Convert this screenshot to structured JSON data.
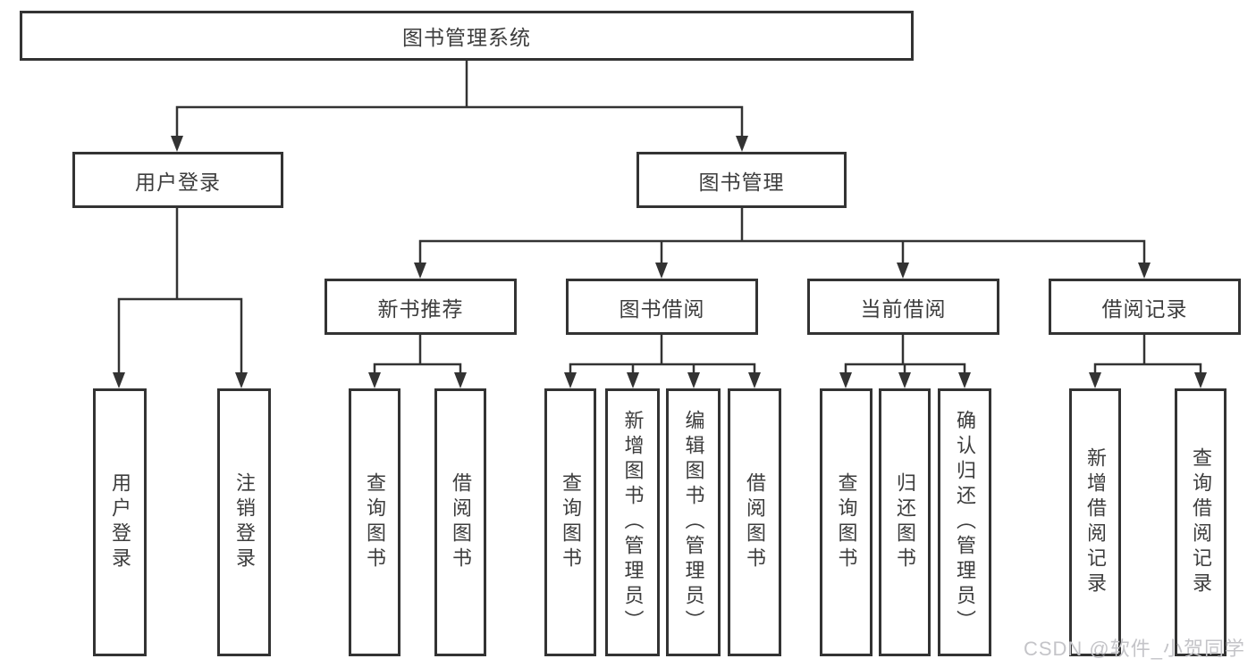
{
  "diagram": {
    "root": {
      "label": "图书管理系统"
    },
    "level2": [
      {
        "label": "用户登录"
      },
      {
        "label": "图书管理"
      }
    ],
    "level3": [
      {
        "label": "新书推荐"
      },
      {
        "label": "图书借阅"
      },
      {
        "label": "当前借阅"
      },
      {
        "label": "借阅记录"
      }
    ],
    "leaves": {
      "user_login": [
        "用户登录",
        "注销登录"
      ],
      "new_book": [
        "查询图书",
        "借阅图书"
      ],
      "book_borrow": [
        "查询图书",
        "新增图书（管理员）",
        "编辑图书（管理员）",
        "借阅图书"
      ],
      "current_borrow": [
        "查询图书",
        "归还图书",
        "确认归还（管理员）"
      ],
      "borrow_record": [
        "新增借阅记录",
        "查询借阅记录"
      ]
    }
  },
  "watermark": {
    "text": "CSDN @软件_小贺同学"
  },
  "colors": {
    "line": "#333333",
    "text": "#3d3d3d",
    "watermark": "#c4c4c8",
    "background": "#ffffff"
  }
}
